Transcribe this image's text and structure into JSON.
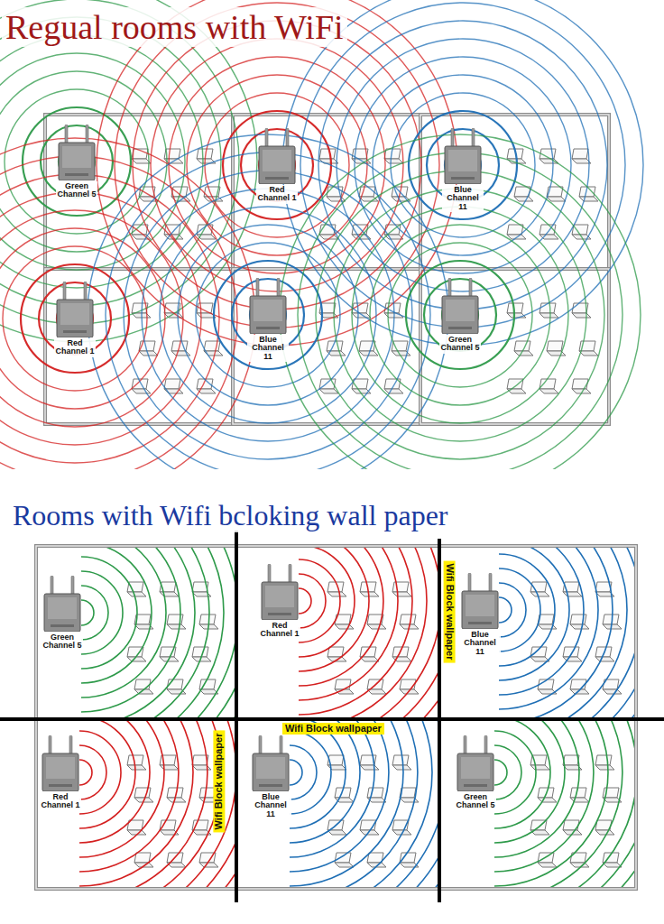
{
  "diagram": {
    "title": "Regual rooms with WiFi",
    "nodes": [
      {
        "text": [
          "Green Channel 5"
        ]
      },
      {
        "text": [
          "Red Channel 1"
        ]
      },
      {
        "text": [
          "Blue Channel 11"
        ]
      },
      {
        "text": [
          "Red Channel 1"
        ]
      },
      {
        "text": [
          "Blue Channel 11"
        ]
      },
      {
        "text": [
          "Green Channel 5"
        ]
      },
      {
        "text": [
          "Green Channel 5"
        ]
      },
      {
        "text": [
          "Red Channel 1"
        ]
      },
      {
        "text": [
          "Blue Channel 11"
        ]
      },
      {
        "text": [
          "Red Channel 1"
        ]
      },
      {
        "text": [
          "Blue Channel 11"
        ]
      },
      {
        "text": [
          "Green Channel 5"
        ]
      }
    ],
    "labels": [
      "Rooms with Wifi bcloking wall paper",
      "Wifi Block wallpaper",
      "Wifi Block wallpaper",
      "Wifi Block wallpaper"
    ]
  }
}
